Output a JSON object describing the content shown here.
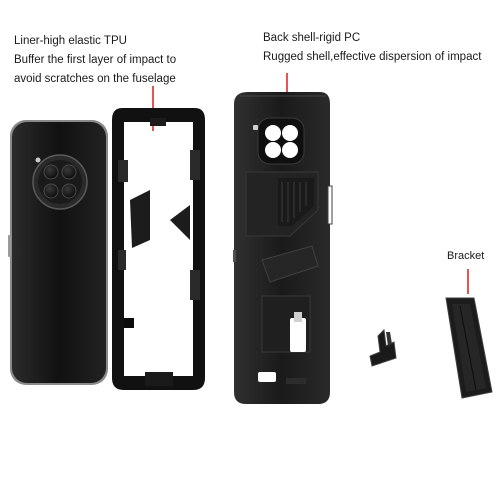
{
  "labels": {
    "tpu": {
      "line1": "Liner-high elastic TPU",
      "line2": "Buffer the first layer of impact to",
      "line3": "avoid scratches on the fuselage"
    },
    "pc": {
      "line1": "Back shell-rigid PC",
      "line2": "Rugged shell,effective dispersion of impact"
    },
    "bracket": "Bracket"
  },
  "colors": {
    "background": "#ffffff",
    "text": "#1a1a1a",
    "pointer": "#e01a1a",
    "phone_body": "#141414",
    "case_body": "#1c1c1c",
    "frame": "#101010"
  }
}
